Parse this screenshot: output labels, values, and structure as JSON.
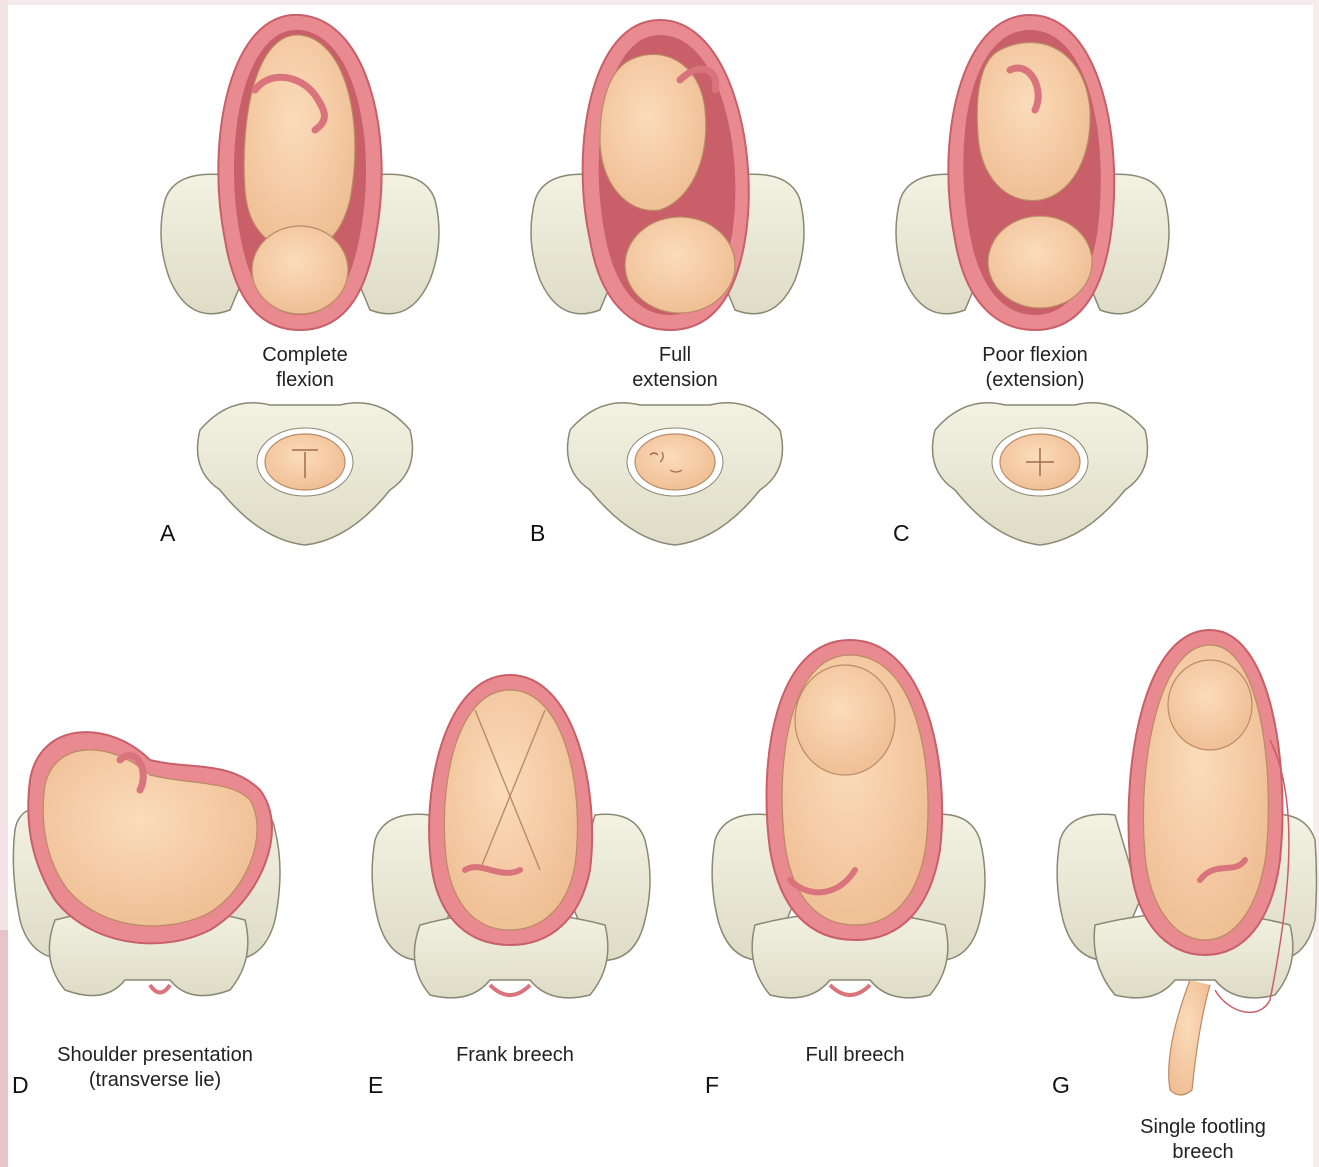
{
  "panels": [
    {
      "letter": "A",
      "caption": "Complete\nflexion"
    },
    {
      "letter": "B",
      "caption": "Full\nextension"
    },
    {
      "letter": "C",
      "caption": "Poor flexion\n(extension)"
    },
    {
      "letter": "D",
      "caption": "Shoulder presentation\n(transverse lie)"
    },
    {
      "letter": "E",
      "caption": "Frank breech"
    },
    {
      "letter": "F",
      "caption": "Full breech"
    },
    {
      "letter": "G",
      "caption": "Single footling\nbreech"
    }
  ],
  "colors": {
    "uterus": "#e88a8f",
    "uterus_inner": "#c85f69",
    "fetus": "#f6cda6",
    "bone": "#ecebd8",
    "bone_stroke": "#8a8873",
    "cord": "#d9747c"
  }
}
